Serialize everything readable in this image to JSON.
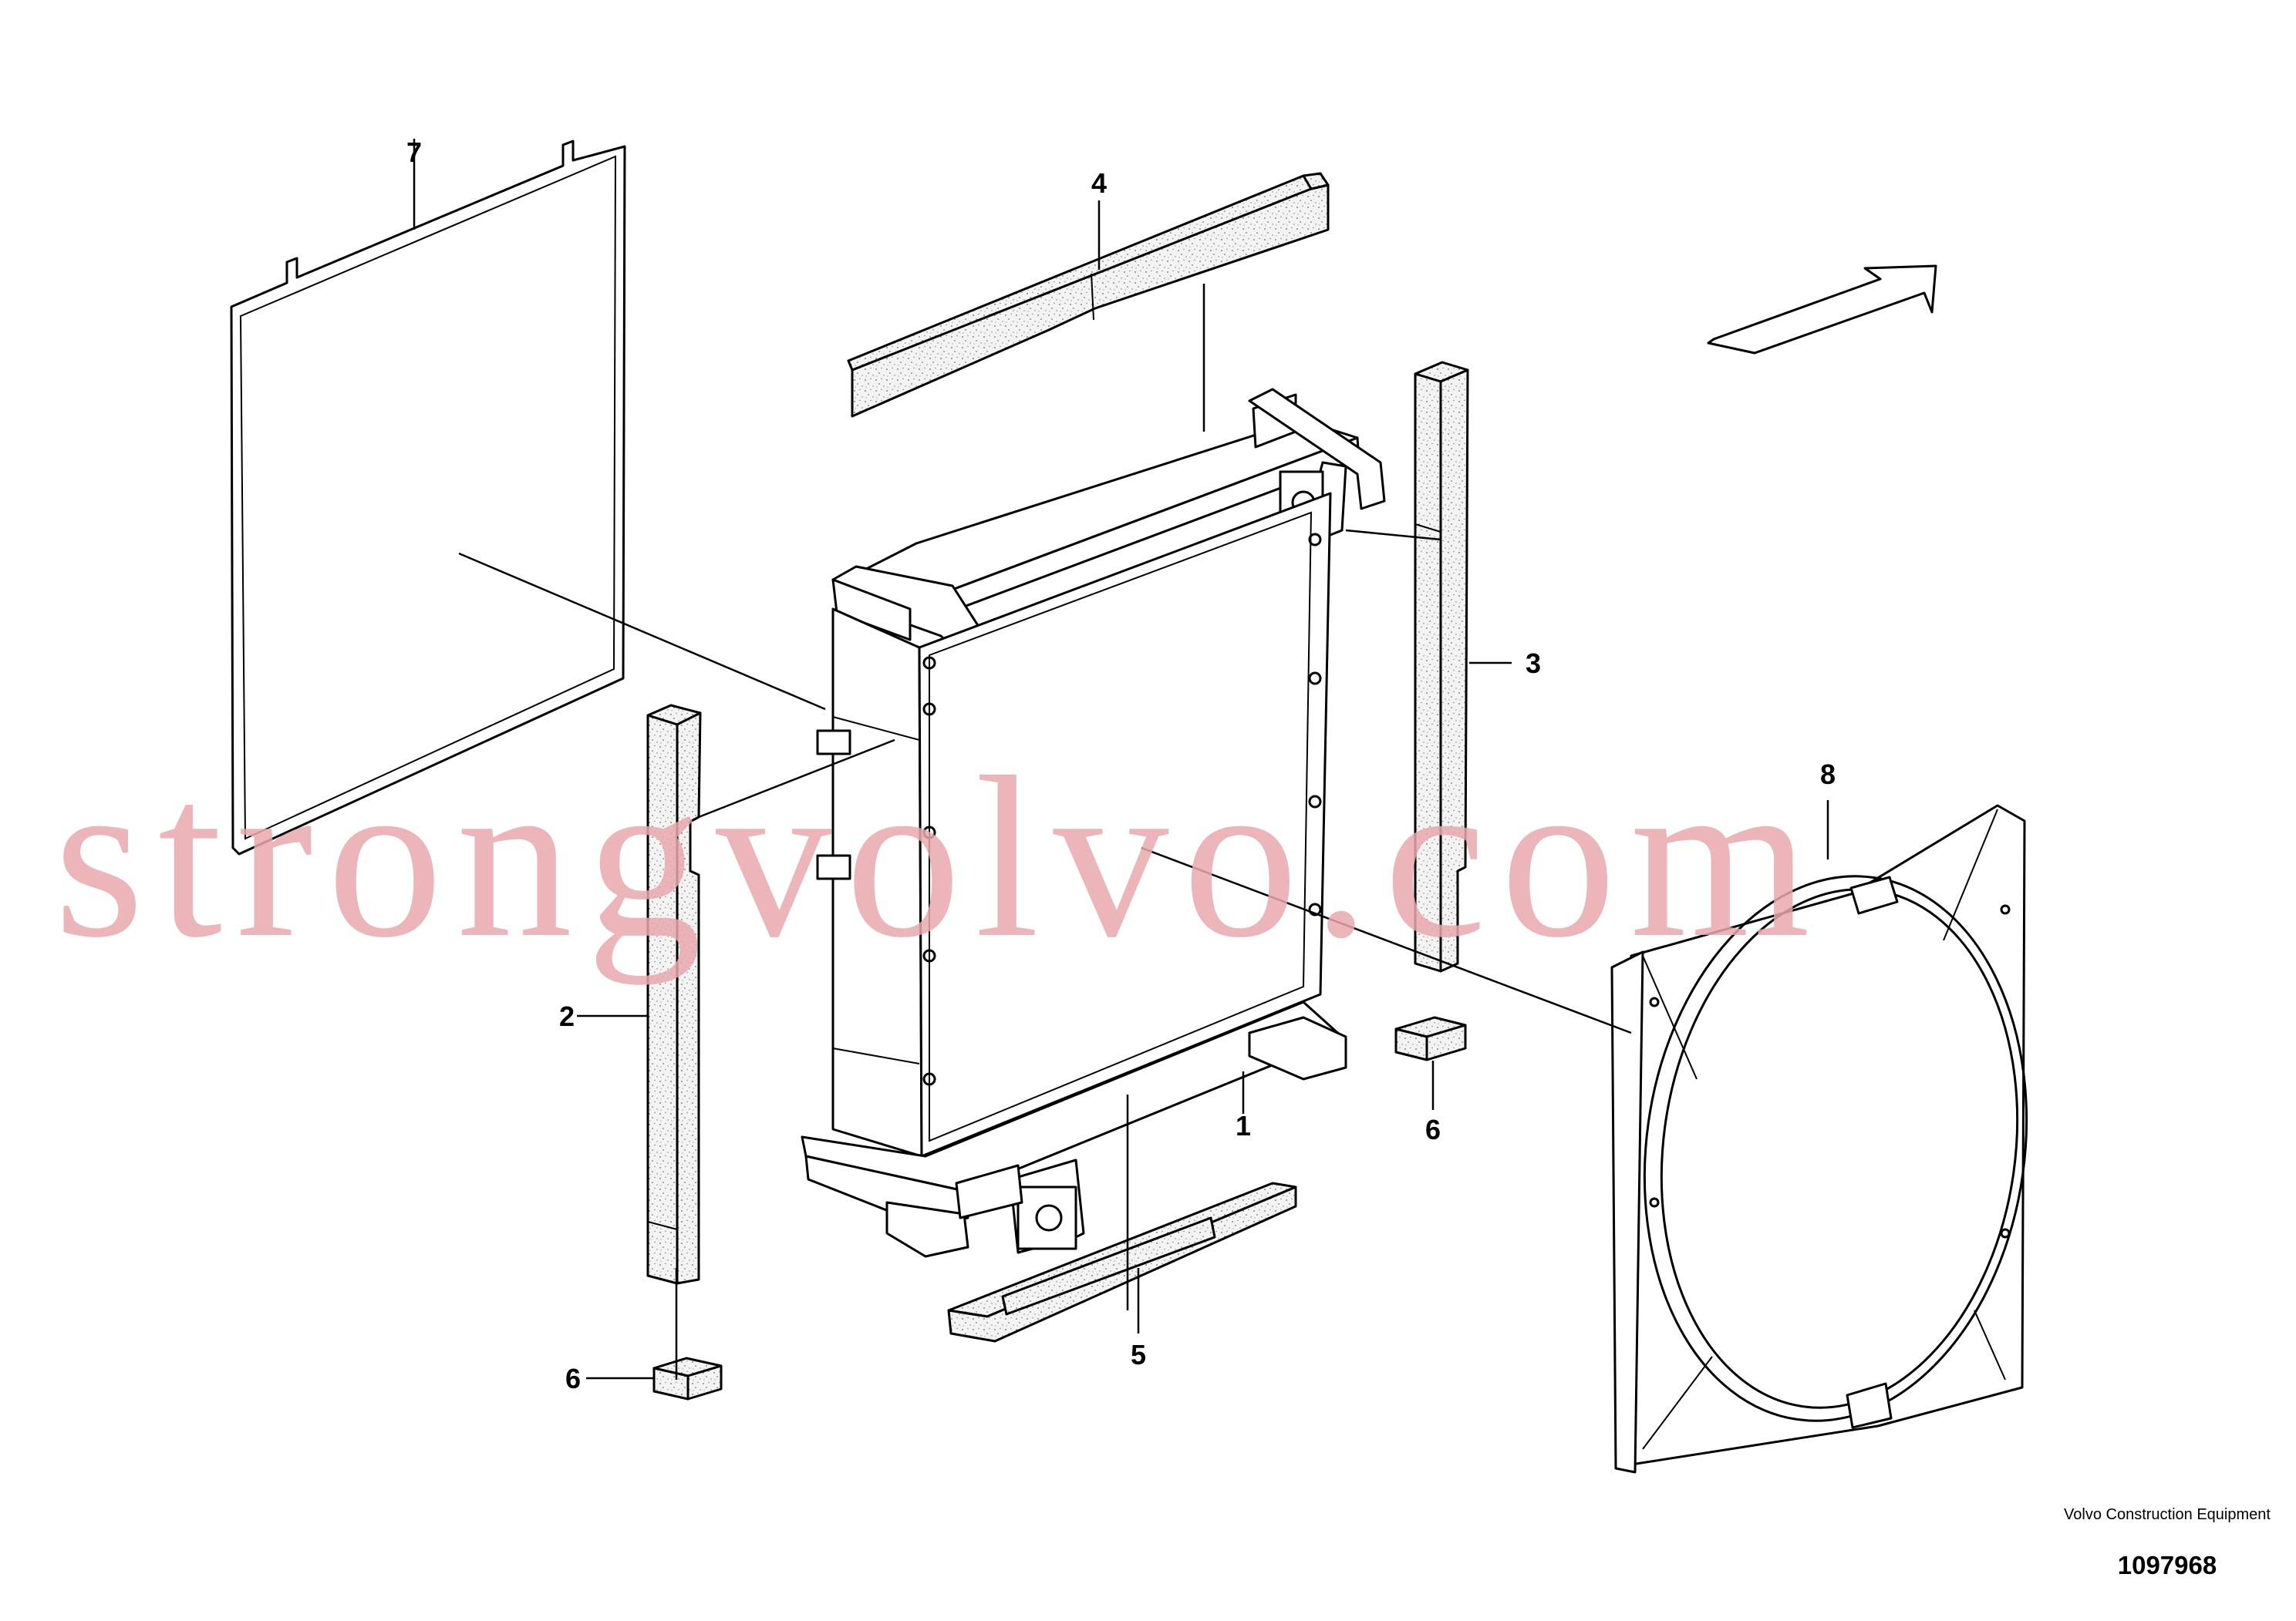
{
  "callouts": {
    "c1": "1",
    "c2": "2",
    "c3": "3",
    "c4": "4",
    "c5": "5",
    "c6a": "6",
    "c6b": "6",
    "c7": "7",
    "c8": "8"
  },
  "watermark": "strongvolvo.com",
  "publisher": "Volvo Construction Equipment",
  "document_number": "1097968",
  "colors": {
    "line": "#000000",
    "watermark": "#e8a9ad",
    "background": "#ffffff"
  },
  "icons": {
    "direction": "direction-arrow-icon"
  }
}
